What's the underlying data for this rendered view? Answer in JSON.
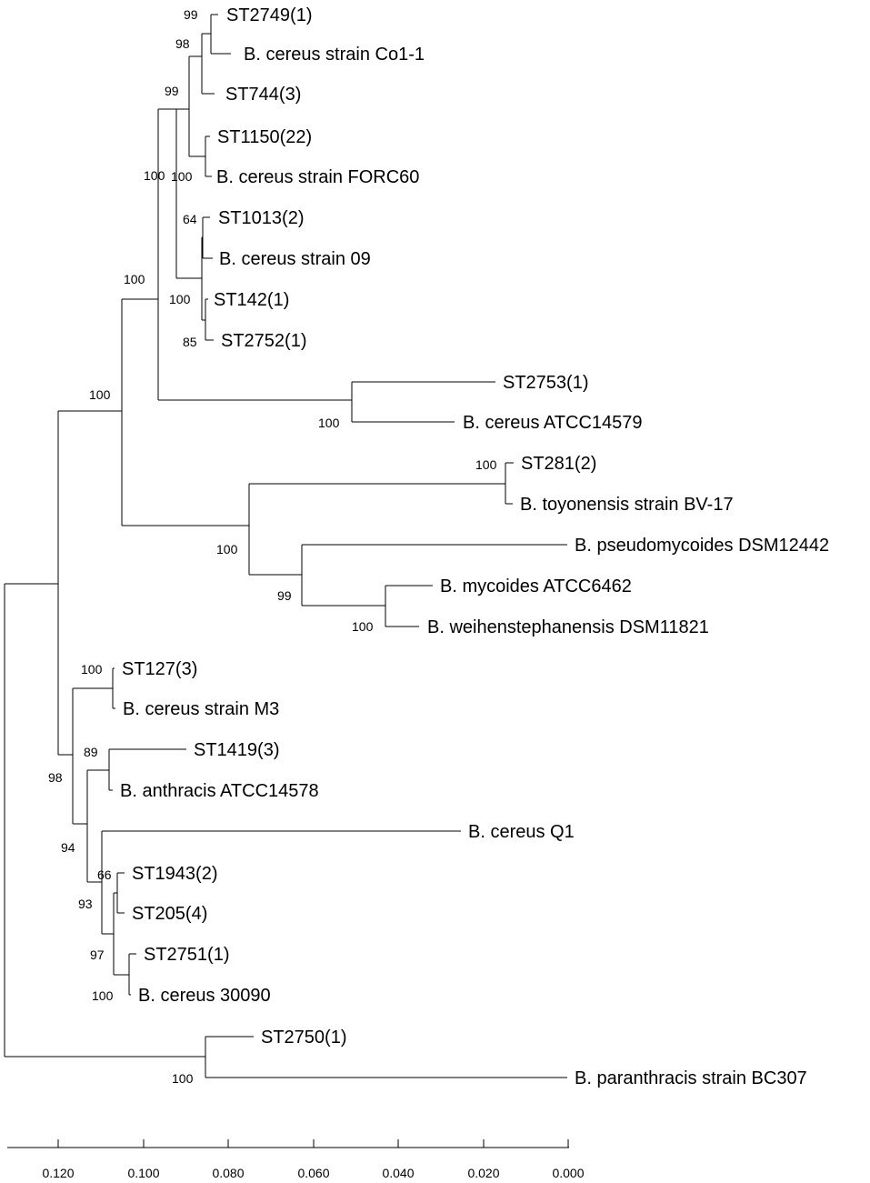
{
  "tree": {
    "leaves": [
      "ST2749(1)",
      "B. cereus strain Co1-1",
      "ST744(3)",
      "ST1150(22)",
      "B. cereus strain FORC60",
      "ST1013(2)",
      "B. cereus strain 09",
      "ST142(1)",
      "ST2752(1)",
      "ST2753(1)",
      "B. cereus ATCC14579",
      "ST281(2)",
      "B. toyonensis strain BV-17",
      "B. pseudomycoides DSM12442",
      "B. mycoides ATCC6462",
      "B. weihenstephanensis DSM11821",
      "ST127(3)",
      "B. cereus strain M3",
      "ST1419(3)",
      "B. anthracis ATCC14578",
      "B. cereus Q1",
      "ST1943(2)",
      "ST205(4)",
      "ST2751(1)",
      "B. cereus 30090",
      "ST2750(1)",
      "B. paranthracis strain BC307"
    ],
    "support_values": [
      "99",
      "98",
      "99",
      "100",
      "100",
      "64",
      "100",
      "85",
      "100",
      "100",
      "100",
      "100",
      "100",
      "99",
      "100",
      "100",
      "98",
      "89",
      "94",
      "66",
      "93",
      "97",
      "100",
      "100"
    ]
  },
  "scale_axis": {
    "tick_labels": [
      "0.120",
      "0.100",
      "0.080",
      "0.060",
      "0.040",
      "0.020",
      "0.000"
    ]
  }
}
